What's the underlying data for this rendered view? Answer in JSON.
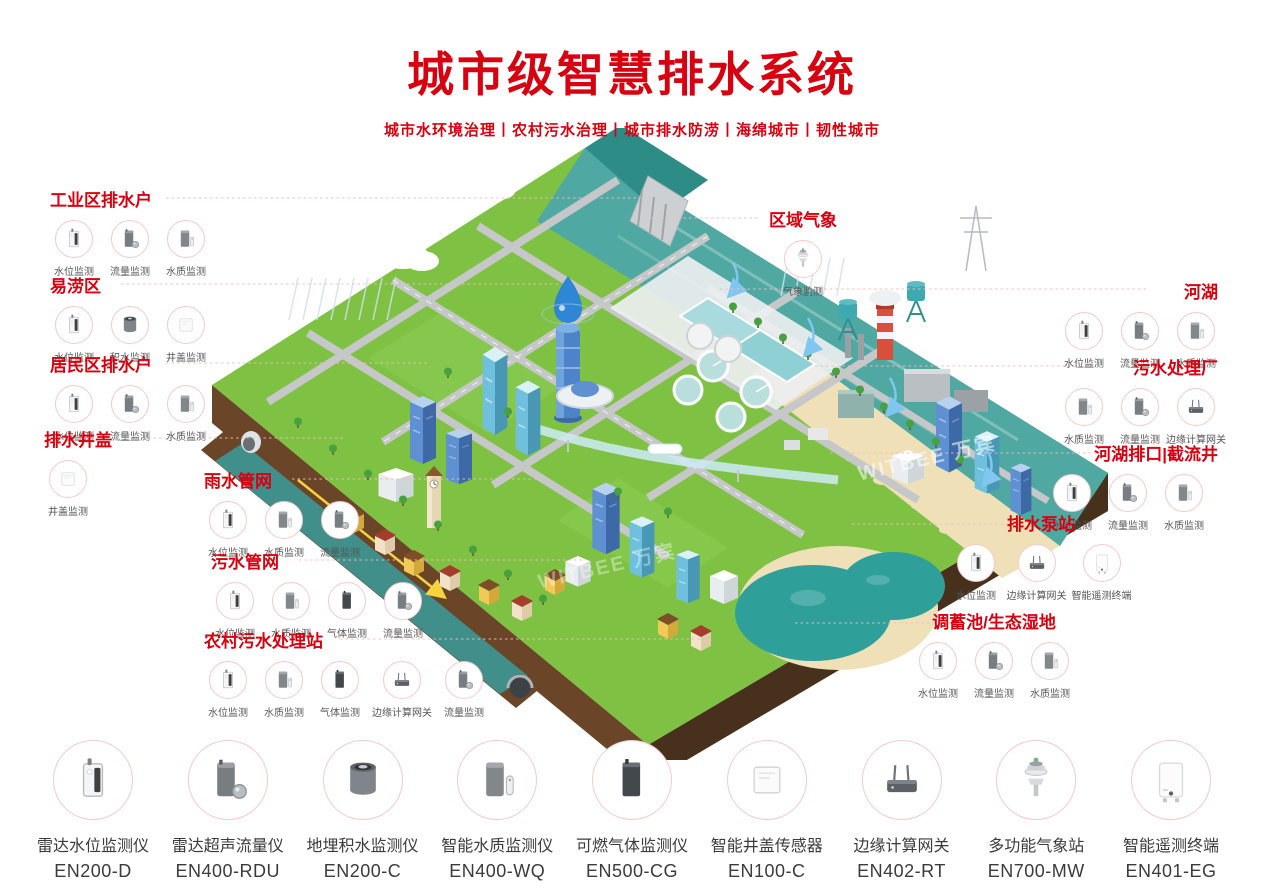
{
  "header": {
    "title": "城市级智慧排水系统",
    "subtitle": "城市水环境治理丨农村污水治理丨城市排水防涝丨海绵城市丨韧性城市"
  },
  "watermark": "WITBEE 万宾",
  "groups": [
    {
      "label": "工业区排水户",
      "items": [
        {
          "label": "水位监测",
          "icon": "water-level-icon"
        },
        {
          "label": "流量监测",
          "icon": "flow-monitor-icon"
        },
        {
          "label": "水质监测",
          "icon": "water-quality-icon"
        }
      ]
    },
    {
      "label": "易涝区",
      "items": [
        {
          "label": "水位监测",
          "icon": "water-level-icon"
        },
        {
          "label": "积水监测",
          "icon": "ponding-icon"
        },
        {
          "label": "井盖监测",
          "icon": "manhole-cover-icon"
        }
      ]
    },
    {
      "label": "居民区排水户",
      "items": [
        {
          "label": "水位监测",
          "icon": "water-level-icon"
        },
        {
          "label": "流量监测",
          "icon": "flow-monitor-icon"
        },
        {
          "label": "水质监测",
          "icon": "water-quality-icon"
        }
      ]
    },
    {
      "label": "排水井盖",
      "items": [
        {
          "label": "井盖监测",
          "icon": "manhole-cover-icon"
        }
      ]
    },
    {
      "label": "雨水管网",
      "items": [
        {
          "label": "水位监测",
          "icon": "water-level-icon"
        },
        {
          "label": "水质监测",
          "icon": "water-quality-icon"
        },
        {
          "label": "流量监测",
          "icon": "flow-monitor-icon"
        }
      ]
    },
    {
      "label": "污水管网",
      "items": [
        {
          "label": "水位监测",
          "icon": "water-level-icon"
        },
        {
          "label": "水质监测",
          "icon": "water-quality-icon"
        },
        {
          "label": "气体监测",
          "icon": "gas-monitor-icon"
        },
        {
          "label": "流量监测",
          "icon": "flow-monitor-icon"
        }
      ]
    },
    {
      "label": "农村污水处理站",
      "items": [
        {
          "label": "水位监测",
          "icon": "water-level-icon"
        },
        {
          "label": "水质监测",
          "icon": "water-quality-icon"
        },
        {
          "label": "气体监测",
          "icon": "gas-monitor-icon"
        },
        {
          "label": "边缘计算网关",
          "icon": "edge-gateway-icon"
        },
        {
          "label": "流量监测",
          "icon": "flow-monitor-icon"
        }
      ]
    },
    {
      "label": "区域气象",
      "items": [
        {
          "label": "气象监测",
          "icon": "weather-station-icon"
        }
      ]
    },
    {
      "label": "河湖",
      "items": [
        {
          "label": "水位监测",
          "icon": "water-level-icon"
        },
        {
          "label": "流量监测",
          "icon": "flow-monitor-icon"
        },
        {
          "label": "水质监测",
          "icon": "water-quality-icon"
        }
      ]
    },
    {
      "label": "污水处理厂",
      "items": [
        {
          "label": "水质监测",
          "icon": "water-quality-icon"
        },
        {
          "label": "流量监测",
          "icon": "flow-monitor-icon"
        },
        {
          "label": "边缘计算网关",
          "icon": "edge-gateway-icon"
        }
      ]
    },
    {
      "label": "河湖排口|截流井",
      "items": [
        {
          "label": "水位监测",
          "icon": "water-level-icon"
        },
        {
          "label": "流量监测",
          "icon": "flow-monitor-icon"
        },
        {
          "label": "水质监测",
          "icon": "water-quality-icon"
        }
      ]
    },
    {
      "label": "排水泵站",
      "items": [
        {
          "label": "水位监测",
          "icon": "water-level-icon"
        },
        {
          "label": "边缘计算网关",
          "icon": "edge-gateway-icon"
        },
        {
          "label": "智能遥测终端",
          "icon": "telemetry-terminal-icon"
        }
      ]
    },
    {
      "label": "调蓄池/生态湿地",
      "items": [
        {
          "label": "水位监测",
          "icon": "water-level-icon"
        },
        {
          "label": "流量监测",
          "icon": "flow-monitor-icon"
        },
        {
          "label": "水质监测",
          "icon": "water-quality-icon"
        }
      ]
    }
  ],
  "products": [
    {
      "name": "雷达水位监测仪",
      "model": "EN200-D",
      "icon": "water-level-icon"
    },
    {
      "name": "雷达超声流量仪",
      "model": "EN400-RDU",
      "icon": "flow-monitor-icon"
    },
    {
      "name": "地埋积水监测仪",
      "model": "EN200-C",
      "icon": "ponding-icon"
    },
    {
      "name": "智能水质监测仪",
      "model": "EN400-WQ",
      "icon": "water-quality-icon"
    },
    {
      "name": "可燃气体监测仪",
      "model": "EN500-CG",
      "icon": "gas-monitor-icon"
    },
    {
      "name": "智能井盖传感器",
      "model": "EN100-C",
      "icon": "manhole-cover-icon"
    },
    {
      "name": "边缘计算网关",
      "model": "EN402-RT",
      "icon": "edge-gateway-icon"
    },
    {
      "name": "多功能气象站",
      "model": "EN700-MW",
      "icon": "weather-station-icon"
    },
    {
      "name": "智能遥测终端",
      "model": "EN401-EG",
      "icon": "telemetry-terminal-icon"
    }
  ],
  "colors": {
    "accent_red": "#d7010f",
    "caption_text": "#555555",
    "connector_pink": "#f2bcbc",
    "grass_green": "#7fc142",
    "river_teal": "#4fa8a1",
    "sand": "#efe0b8",
    "soil_brown": "#5f3e22"
  }
}
